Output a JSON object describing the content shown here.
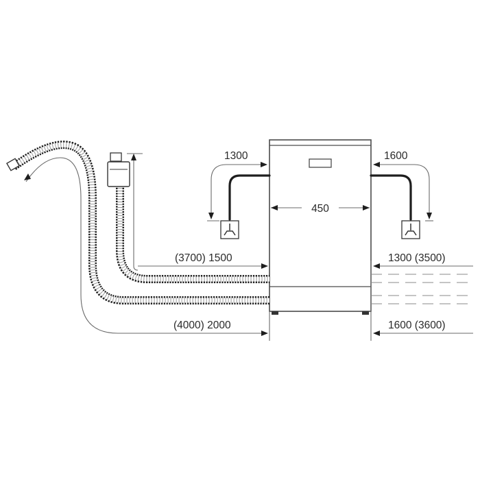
{
  "labels": {
    "top_left": "1300",
    "top_right": "1600",
    "width": "450",
    "hose_inlet_left": "(3700) 1500",
    "hose_inlet_right": "1300 (3500)",
    "hose_drain_left": "(4000) 2000",
    "hose_drain_right": "1600 (3600)"
  },
  "colors": {
    "line": "#1e1e1e",
    "guide": "#6a6a6a",
    "background": "#ffffff"
  }
}
